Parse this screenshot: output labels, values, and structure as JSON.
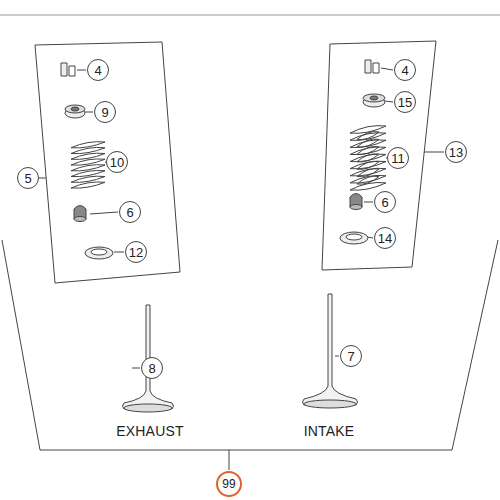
{
  "diagram": {
    "labels": [
      "4",
      "9",
      "10",
      "5",
      "6",
      "12",
      "4",
      "15",
      "11",
      "13",
      "6",
      "14",
      "8",
      "7",
      "EXHAUST",
      "INTAKE",
      "99"
    ]
  }
}
